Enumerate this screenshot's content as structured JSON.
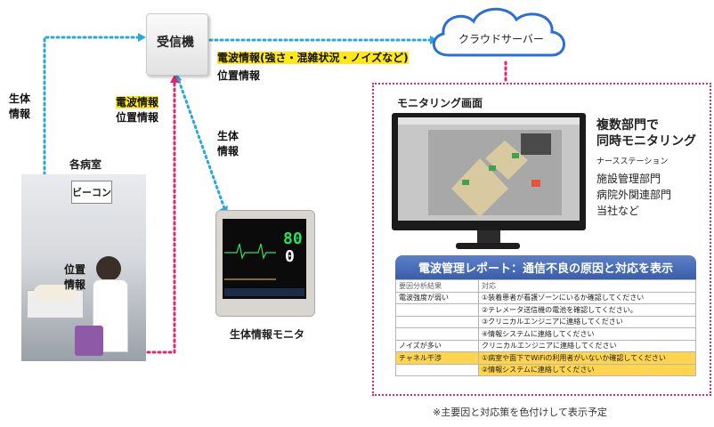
{
  "receiver": {
    "label": "受信機"
  },
  "cloud": {
    "label": "クラウドサーバー"
  },
  "labels": {
    "radio_info_detail": "電波情報(強さ・混雑状況・ノイズなど)",
    "position_info_top": "位置情報",
    "vital_info_left_line1": "生体",
    "vital_info_left_line2": "情報",
    "radio_info_mid": "電波情報",
    "position_info_mid": "位置情報",
    "vital_info_right_line1": "生体",
    "vital_info_right_line2": "情報",
    "position_room_line1": "位置",
    "position_room_line2": "情報"
  },
  "room": {
    "title": "各病室",
    "beacon": "ビーコン"
  },
  "monitor": {
    "caption": "生体情報モニタ",
    "value1": "80",
    "value2": "0"
  },
  "monitoring": {
    "screen_title": "モニタリング画面",
    "headline_line1": "複数部門で",
    "headline_line2": "同時モニタリング",
    "departments": [
      "ナースステーション",
      "施設管理部門",
      "病院外関連部門",
      "当社など"
    ]
  },
  "report": {
    "title": "電波管理レポート：通信不良の原因と対応を表示",
    "header": {
      "c1": "要因分析結果",
      "c2": "対応"
    },
    "rows": [
      {
        "c1": "電波強度が弱い",
        "c2": "①装着患者が看護ゾーンにいるか確認してください"
      },
      {
        "c1": "",
        "c2": "②テレメータ送信機の電池を確認してください。"
      },
      {
        "c1": "",
        "c2": "③クリニカルエンジニアに連絡してください"
      },
      {
        "c1": "",
        "c2": "④情報システムに連絡してください"
      },
      {
        "c1": "ノイズが多い",
        "c2": "クリニカルエンジニアに連絡してください"
      },
      {
        "c1": "チャネル干渉",
        "c2": "①病室や面下でWiFiの利用者がいないか確認してください"
      },
      {
        "c1": "",
        "c2": "②情報システムに連絡してください"
      }
    ]
  },
  "footnote": "※主要因と対応策を色付けして表示予定",
  "colors": {
    "link_blue": "#29a8e0",
    "link_pink": "#e8236e",
    "highlight": "#ffe81a",
    "report_header": "#3a5ea8",
    "row_highlight": "#ffd54f"
  }
}
